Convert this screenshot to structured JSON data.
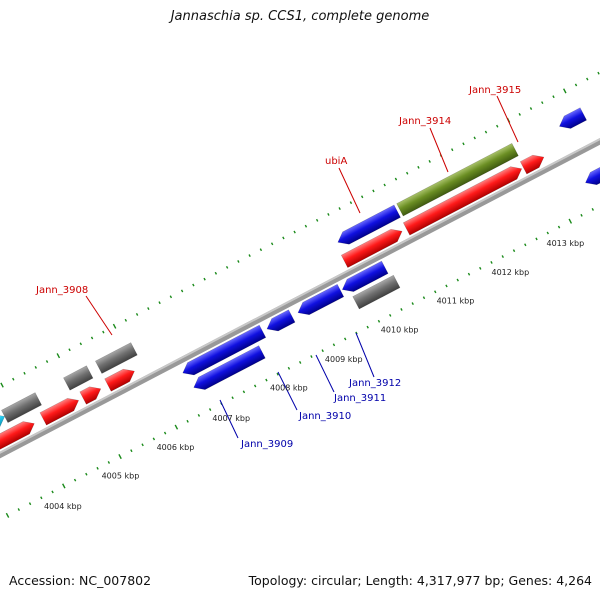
{
  "title": "Jannaschia sp. CCS1, complete genome",
  "footer": {
    "accession": "Accession: NC_007802",
    "summary": "Topology: circular; Length: 4,317,977 bp; Genes: 4,264"
  },
  "colors": {
    "forward_cds": "#ff1a1a",
    "reverse_cds": "#1010e0",
    "other_gene": "#707070",
    "highlight_gene": "#6b8e23",
    "rna_gene": "#22c8ee",
    "backbone": "#999999",
    "ticks": "#1a8a1a",
    "label_forward": "#cc0000",
    "label_reverse": "#0000aa"
  },
  "kbp_ticks": [
    "4004 kbp",
    "4005 kbp",
    "4006 kbp",
    "4007 kbp",
    "4008 kbp",
    "4009 kbp",
    "4010 kbp",
    "4011 kbp",
    "4012 kbp",
    "4013 kbp"
  ],
  "gene_labels": [
    {
      "text": "Jann_3908",
      "strand": "forward"
    },
    {
      "text": "ubiA",
      "strand": "forward"
    },
    {
      "text": "Jann_3914",
      "strand": "forward"
    },
    {
      "text": "Jann_3915",
      "strand": "forward"
    },
    {
      "text": "Jann_3909",
      "strand": "reverse"
    },
    {
      "text": "Jann_3910",
      "strand": "reverse"
    },
    {
      "text": "Jann_3911",
      "strand": "reverse"
    },
    {
      "text": "Jann_3912",
      "strand": "reverse"
    }
  ]
}
